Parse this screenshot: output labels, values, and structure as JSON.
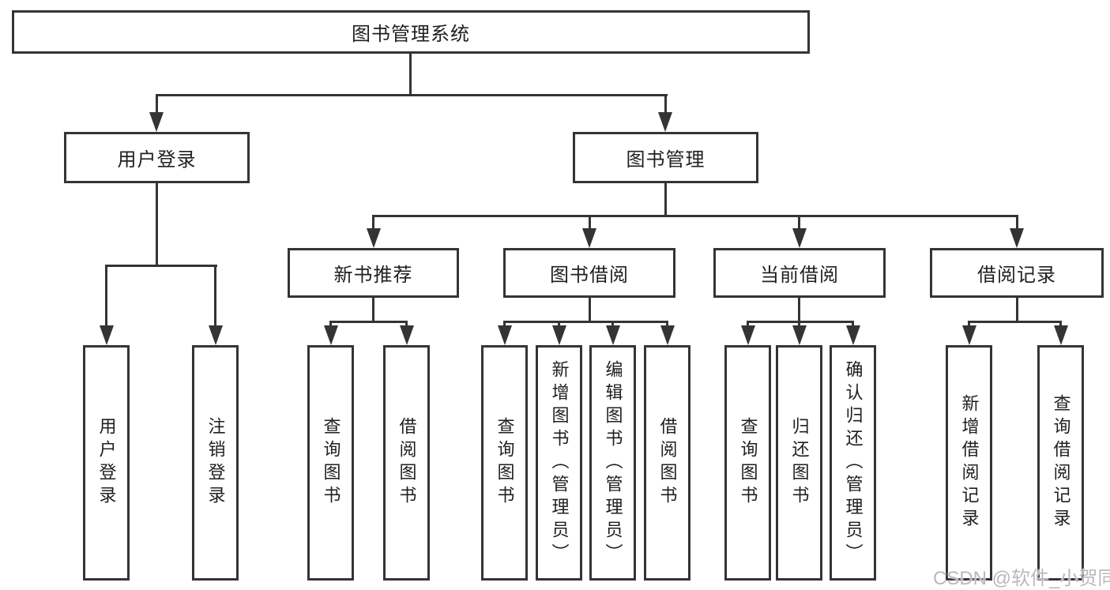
{
  "tree": {
    "root": "图书管理系统",
    "user_login": {
      "label": "用户登录",
      "children": [
        "用户登录",
        "注销登录"
      ]
    },
    "book_management": {
      "label": "图书管理",
      "children": {
        "new_books": {
          "label": "新书推荐",
          "children": [
            "查询图书",
            "借阅图书"
          ]
        },
        "book_borrowing": {
          "label": "图书借阅",
          "children": [
            "查询图书",
            "新增图书（管理员）",
            "编辑图书（管理员）",
            "借阅图书"
          ]
        },
        "current_borrowing": {
          "label": "当前借阅",
          "children": [
            "查询图书",
            "归还图书",
            "确认归还（管理员）"
          ]
        },
        "borrowing_records": {
          "label": "借阅记录",
          "children": [
            "新增借阅记录",
            "查询借阅记录"
          ]
        }
      }
    }
  },
  "watermark": "CSDN @软件_小贺同学",
  "colors": {
    "line": "#343434",
    "text": "#1f1f1f",
    "background": "#ffffff",
    "watermark": "#b9b9b9"
  }
}
